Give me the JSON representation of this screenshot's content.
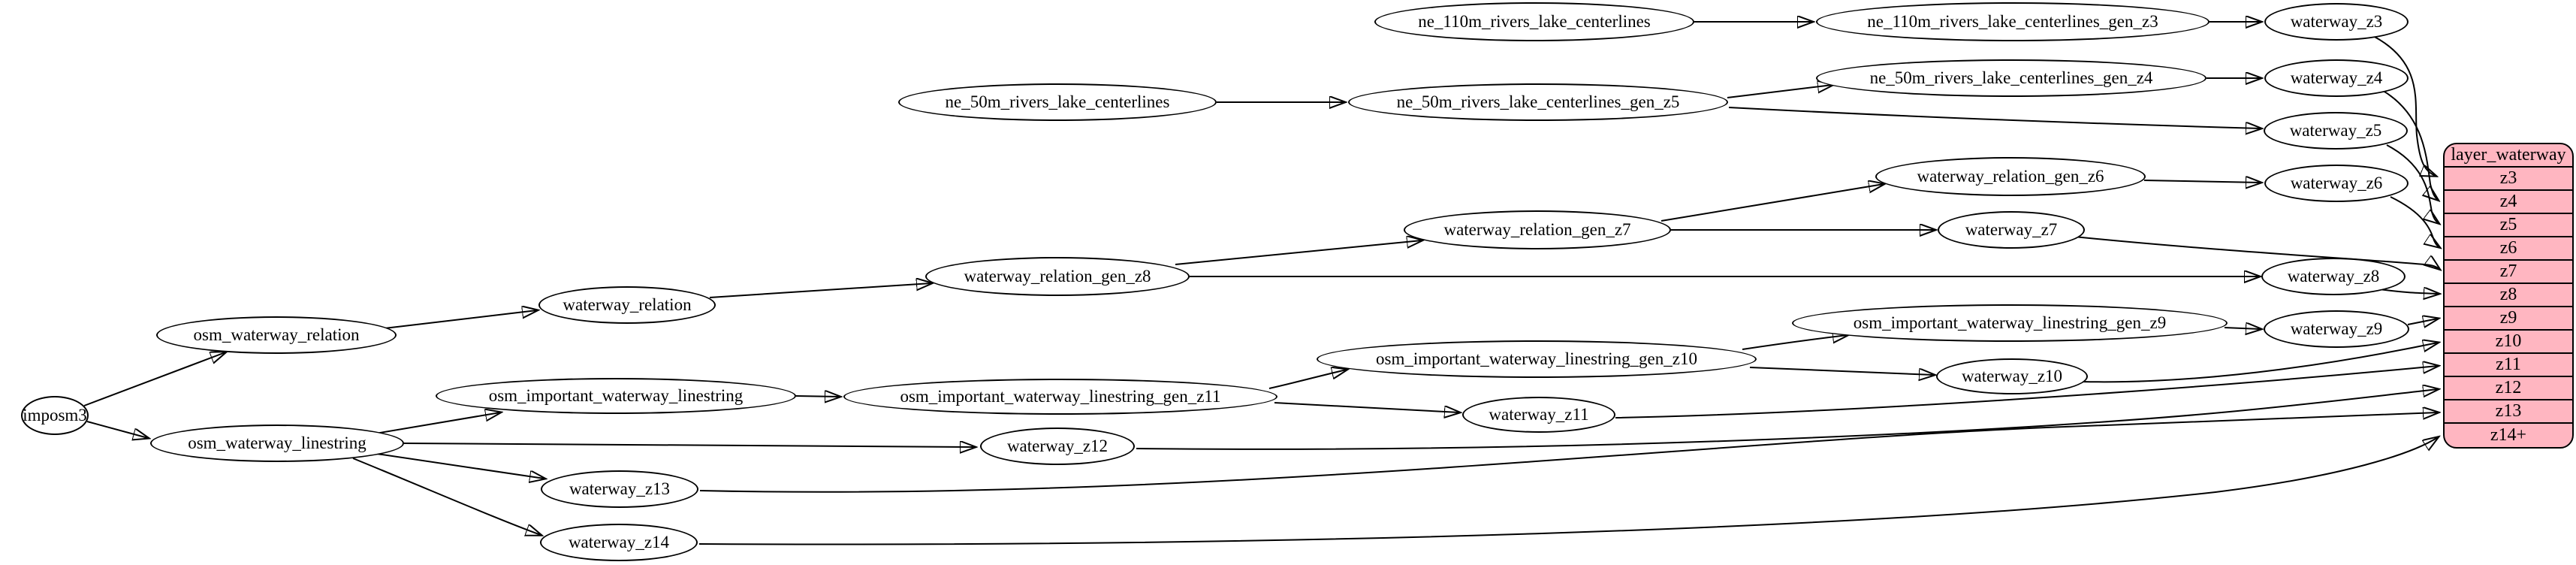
{
  "diagram": {
    "nodes": {
      "imposm3": "imposm3",
      "osm_waterway_relation": "osm_waterway_relation",
      "osm_waterway_linestring": "osm_waterway_linestring",
      "waterway_relation": "waterway_relation",
      "waterway_relation_gen_z8": "waterway_relation_gen_z8",
      "waterway_relation_gen_z7": "waterway_relation_gen_z7",
      "waterway_relation_gen_z6": "waterway_relation_gen_z6",
      "ne_110m_rivers_lake_centerlines": "ne_110m_rivers_lake_centerlines",
      "ne_110m_rivers_lake_centerlines_gen_z3": "ne_110m_rivers_lake_centerlines_gen_z3",
      "ne_50m_rivers_lake_centerlines": "ne_50m_rivers_lake_centerlines",
      "ne_50m_rivers_lake_centerlines_gen_z5": "ne_50m_rivers_lake_centerlines_gen_z5",
      "ne_50m_rivers_lake_centerlines_gen_z4": "ne_50m_rivers_lake_centerlines_gen_z4",
      "osm_important_waterway_linestring": "osm_important_waterway_linestring",
      "osm_important_waterway_linestring_gen_z11": "osm_important_waterway_linestring_gen_z11",
      "osm_important_waterway_linestring_gen_z10": "osm_important_waterway_linestring_gen_z10",
      "osm_important_waterway_linestring_gen_z9": "osm_important_waterway_linestring_gen_z9",
      "waterway_z3": "waterway_z3",
      "waterway_z4": "waterway_z4",
      "waterway_z5": "waterway_z5",
      "waterway_z6": "waterway_z6",
      "waterway_z7": "waterway_z7",
      "waterway_z8": "waterway_z8",
      "waterway_z9": "waterway_z9",
      "waterway_z10": "waterway_z10",
      "waterway_z11": "waterway_z11",
      "waterway_z12": "waterway_z12",
      "waterway_z13": "waterway_z13",
      "waterway_z14": "waterway_z14"
    },
    "table": {
      "title": "layer_waterway",
      "rows": [
        "z3",
        "z4",
        "z5",
        "z6",
        "z7",
        "z8",
        "z9",
        "z10",
        "z11",
        "z12",
        "z13",
        "z14+"
      ]
    },
    "edges": [
      {
        "from": "imposm3",
        "to": "osm_waterway_relation"
      },
      {
        "from": "imposm3",
        "to": "osm_waterway_linestring"
      },
      {
        "from": "osm_waterway_relation",
        "to": "waterway_relation"
      },
      {
        "from": "waterway_relation",
        "to": "waterway_relation_gen_z8"
      },
      {
        "from": "waterway_relation_gen_z8",
        "to": "waterway_relation_gen_z7"
      },
      {
        "from": "waterway_relation_gen_z8",
        "to": "waterway_z8"
      },
      {
        "from": "waterway_relation_gen_z7",
        "to": "waterway_relation_gen_z6"
      },
      {
        "from": "waterway_relation_gen_z7",
        "to": "waterway_z7"
      },
      {
        "from": "waterway_relation_gen_z6",
        "to": "waterway_z6"
      },
      {
        "from": "ne_110m_rivers_lake_centerlines",
        "to": "ne_110m_rivers_lake_centerlines_gen_z3"
      },
      {
        "from": "ne_110m_rivers_lake_centerlines_gen_z3",
        "to": "waterway_z3"
      },
      {
        "from": "ne_50m_rivers_lake_centerlines",
        "to": "ne_50m_rivers_lake_centerlines_gen_z5"
      },
      {
        "from": "ne_50m_rivers_lake_centerlines_gen_z5",
        "to": "ne_50m_rivers_lake_centerlines_gen_z4"
      },
      {
        "from": "ne_50m_rivers_lake_centerlines_gen_z5",
        "to": "waterway_z5"
      },
      {
        "from": "ne_50m_rivers_lake_centerlines_gen_z4",
        "to": "waterway_z4"
      },
      {
        "from": "osm_waterway_linestring",
        "to": "osm_important_waterway_linestring"
      },
      {
        "from": "osm_waterway_linestring",
        "to": "waterway_z12"
      },
      {
        "from": "osm_waterway_linestring",
        "to": "waterway_z13"
      },
      {
        "from": "osm_waterway_linestring",
        "to": "waterway_z14"
      },
      {
        "from": "osm_important_waterway_linestring",
        "to": "osm_important_waterway_linestring_gen_z11"
      },
      {
        "from": "osm_important_waterway_linestring_gen_z11",
        "to": "osm_important_waterway_linestring_gen_z10"
      },
      {
        "from": "osm_important_waterway_linestring_gen_z11",
        "to": "waterway_z11"
      },
      {
        "from": "osm_important_waterway_linestring_gen_z10",
        "to": "osm_important_waterway_linestring_gen_z9"
      },
      {
        "from": "osm_important_waterway_linestring_gen_z10",
        "to": "waterway_z10"
      },
      {
        "from": "osm_important_waterway_linestring_gen_z9",
        "to": "waterway_z9"
      },
      {
        "from": "waterway_z3",
        "to": "layer_waterway.z3"
      },
      {
        "from": "waterway_z4",
        "to": "layer_waterway.z4"
      },
      {
        "from": "waterway_z5",
        "to": "layer_waterway.z5"
      },
      {
        "from": "waterway_z6",
        "to": "layer_waterway.z6"
      },
      {
        "from": "waterway_z7",
        "to": "layer_waterway.z7"
      },
      {
        "from": "waterway_z8",
        "to": "layer_waterway.z8"
      },
      {
        "from": "waterway_z9",
        "to": "layer_waterway.z9"
      },
      {
        "from": "waterway_z10",
        "to": "layer_waterway.z10"
      },
      {
        "from": "waterway_z11",
        "to": "layer_waterway.z11"
      },
      {
        "from": "waterway_z12",
        "to": "layer_waterway.z12"
      },
      {
        "from": "waterway_z13",
        "to": "layer_waterway.z13"
      },
      {
        "from": "waterway_z14",
        "to": "layer_waterway.z14+"
      }
    ],
    "colors": {
      "table_fill": "#ffb6c1",
      "node_fill": "#ffffff",
      "edge": "#000000"
    }
  }
}
